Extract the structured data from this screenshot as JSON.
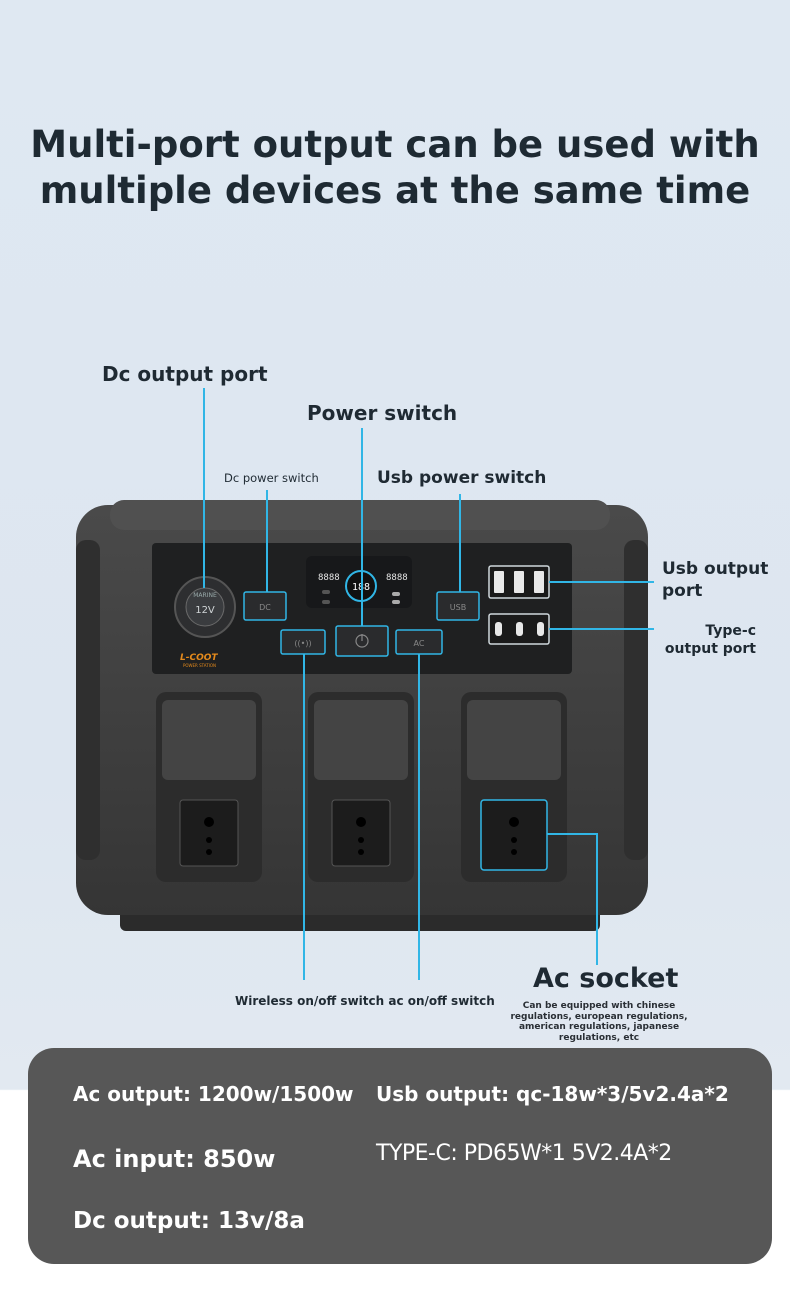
{
  "headline": {
    "line1": "Multi-port output can be used with",
    "line2": "multiple devices at the same time"
  },
  "callouts": {
    "dc_output_port": "Dc output port",
    "power_switch": "Power switch",
    "dc_power_switch": "Dc power switch",
    "usb_power_switch": "Usb power switch",
    "usb_output_port_line1": "Usb output",
    "usb_output_port_line2": "port",
    "type_c_line1": "Type-c",
    "type_c_line2": "output port",
    "wireless_ac_switch": "Wireless on/off switch ac on/off switch",
    "ac_socket": "Ac socket",
    "ac_socket_note": [
      "Can be equipped with chinese",
      "regulations, european regulations,",
      "american regulations, japanese",
      "regulations, etc"
    ]
  },
  "device": {
    "brand": "L-COOT",
    "brand_sub": "POWER STATION",
    "dc_button": "DC",
    "usb_button": "USB",
    "ac_button": "AC",
    "cig_socket_top": "MARINE",
    "cig_socket_voltage": "12V",
    "display_left": "8888",
    "display_right": "8888",
    "display_center": "188"
  },
  "specs": {
    "ac_output": "Ac output: 1200w/1500w",
    "usb_output": "Usb output: qc-18w*3/5v2.4a*2",
    "ac_input": "Ac input: 850w",
    "type_c": "TYPE-C:  PD65W*1 5V2.4A*2",
    "dc_output": "Dc output: 13v/8a"
  },
  "colors": {
    "accent_line": "#31b6e6",
    "panel_bg": "#575757",
    "device_body": "#3d3d3d",
    "brand_orange": "#e48a1c"
  }
}
